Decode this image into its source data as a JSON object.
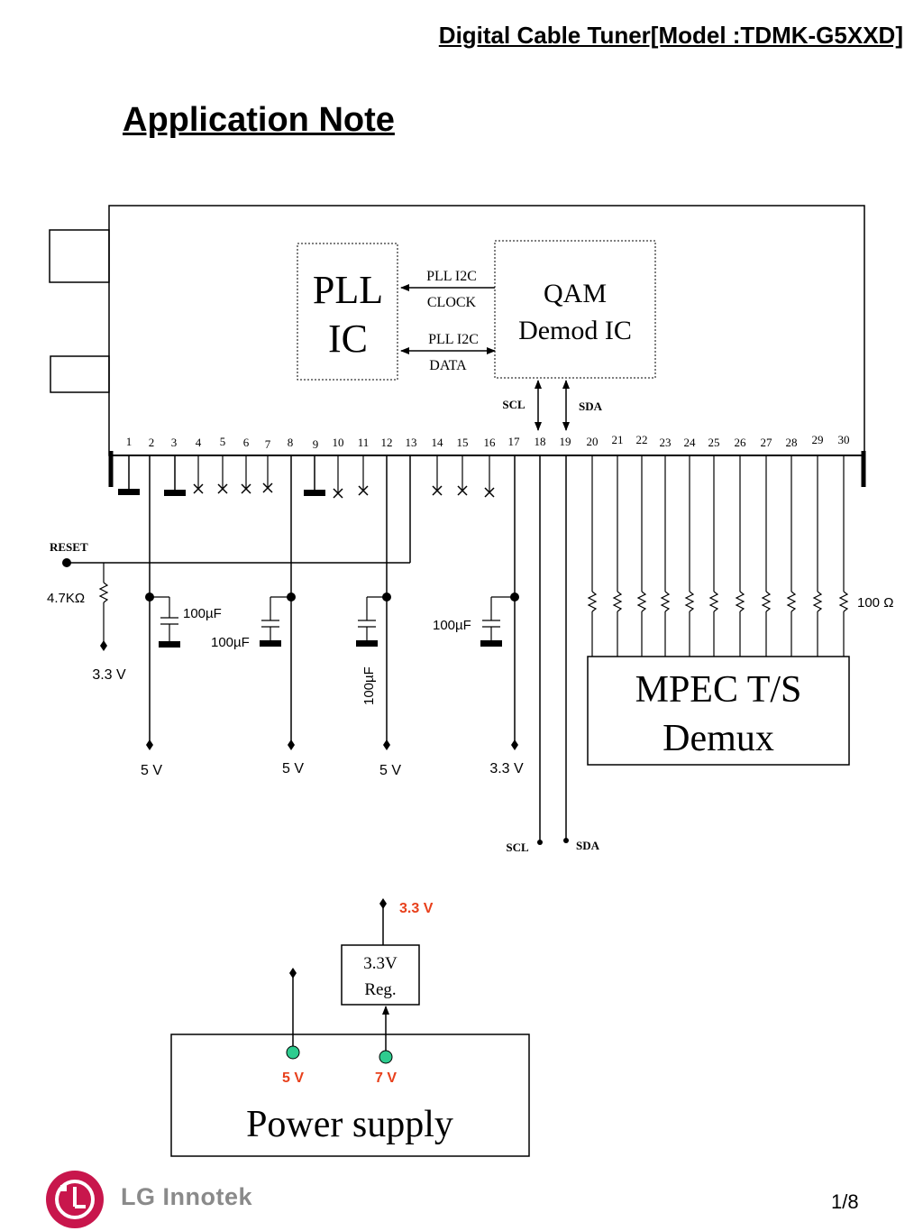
{
  "header": {
    "title": "Digital Cable Tuner[Model :TDMK-G5XXD]"
  },
  "page_title": "Application Note",
  "blocks": {
    "pll": [
      "PLL",
      "IC"
    ],
    "qam": [
      "QAM",
      "Demod IC"
    ],
    "mpeg": [
      "MPEC T/S",
      "Demux"
    ],
    "regulator": [
      "3.3V",
      "Reg."
    ],
    "power_supply": "Power supply"
  },
  "i2c": {
    "clock_label": [
      "PLL I2C",
      "CLOCK"
    ],
    "data_label": [
      "PLL I2C",
      "DATA"
    ],
    "scl": "SCL",
    "sda": "SDA"
  },
  "pins": [
    "1",
    "2",
    "3",
    "4",
    "5",
    "6",
    "7",
    "8",
    "9",
    "10",
    "11",
    "12",
    "13",
    "14",
    "15",
    "16",
    "17",
    "18",
    "19",
    "20",
    "21",
    "22",
    "23",
    "24",
    "25",
    "26",
    "27",
    "28",
    "29",
    "30"
  ],
  "components": {
    "reset": "RESET",
    "resistor": "4.7KΩ",
    "cap": "100µF",
    "series_res": "100 Ω"
  },
  "rails": {
    "v33": "3.3 V",
    "v5": "5 V",
    "v7": "7 V"
  },
  "colors": {
    "accent_text": "#e8401c",
    "terminal": "#2ecc8f",
    "line": "#000000"
  },
  "footer": {
    "company": "LG Innotek",
    "page": "1/8"
  }
}
